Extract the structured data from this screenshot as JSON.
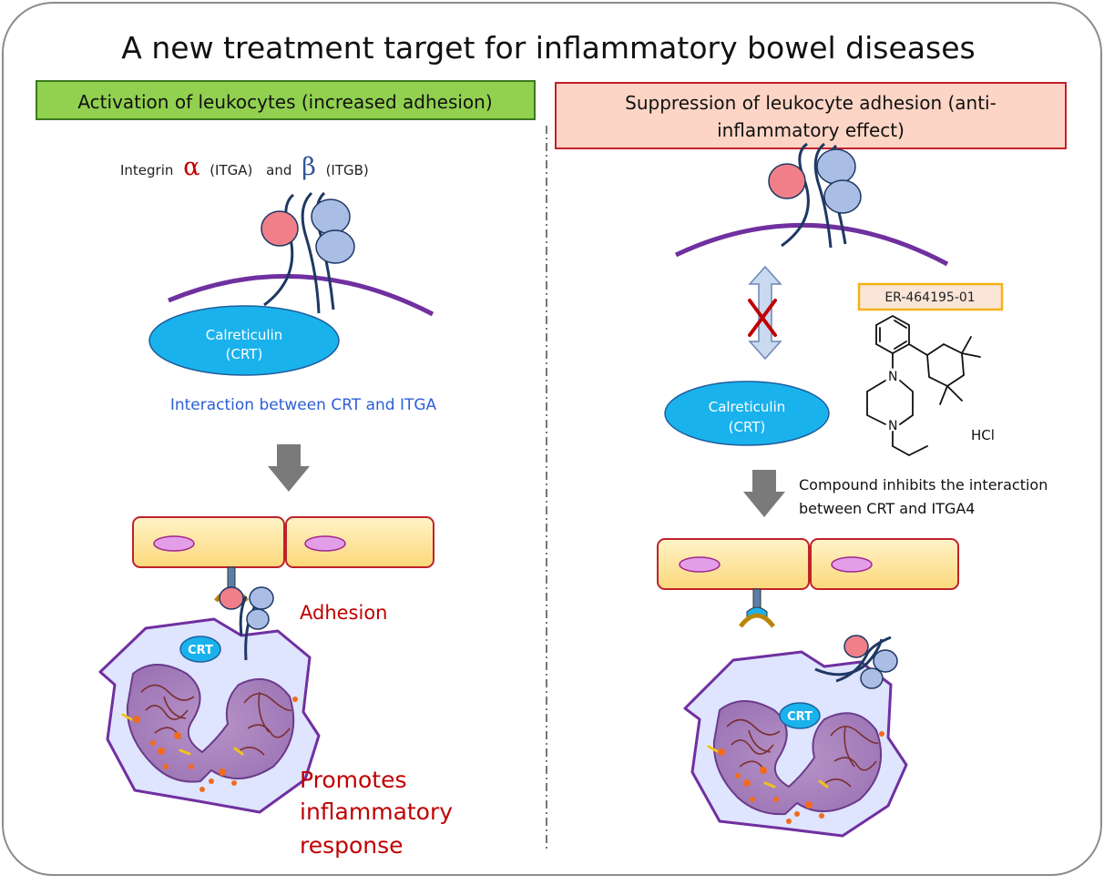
{
  "title": "A new treatment target for inflammatory bowel diseases",
  "left": {
    "header": "Activation of leukocytes (increased adhesion)",
    "integrin": {
      "prefix": "Integrin",
      "alpha_symbol": "α",
      "alpha_code": "(ITGA)",
      "and": "and",
      "beta_symbol": "β",
      "beta_code": "(ITGB)"
    },
    "calreticulin_line1": "Calreticulin",
    "calreticulin_line2": "(CRT)",
    "interaction": "Interaction between CRT and ITGA",
    "crt_badge": "CRT",
    "adhesion": "Adhesion",
    "promotes_line1": "Promotes",
    "promotes_line2": "inflammatory",
    "promotes_line3": "response"
  },
  "right": {
    "header_line1": "Suppression of leukocyte adhesion (anti-",
    "header_line2": "inflammatory effect)",
    "compound_label": "ER-464195-01",
    "hcl": "HCl",
    "calreticulin_line1": "Calreticulin",
    "calreticulin_line2": "(CRT)",
    "inhibits_line1": "Compound inhibits the interaction",
    "inhibits_line2": "between CRT and ITGA4",
    "crt_badge": "CRT"
  },
  "colors": {
    "green_header": "#92d050",
    "green_border": "#3a7a1f",
    "pink_header": "#fdd5c6",
    "red_border": "#c0222a",
    "crt_blue": "#1ab2ec",
    "alpha_pink": "#f07f8a",
    "beta_blue": "#aabde4",
    "membrane": "#7030a0",
    "arrow_gray": "#7a7a7a",
    "red_text": "#c00000",
    "blue_text": "#2c5fd6",
    "compound_border": "#f2b31a"
  }
}
